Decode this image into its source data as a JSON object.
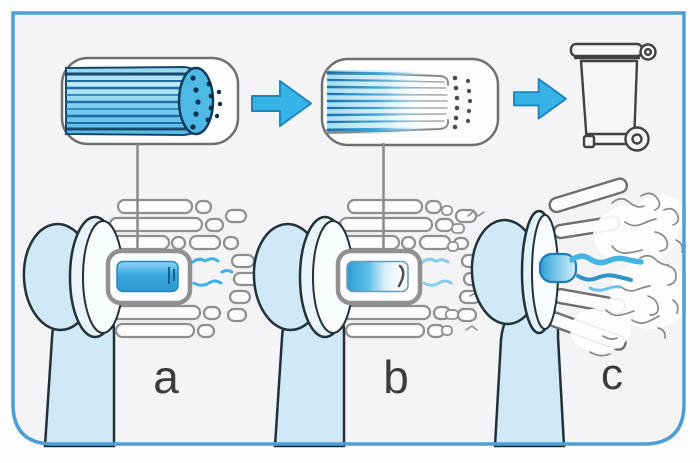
{
  "figure": {
    "stages": [
      {
        "label": "a",
        "icon": "brush-head-new-icon"
      },
      {
        "label": "b",
        "icon": "brush-head-half-worn-icon"
      },
      {
        "label": "c",
        "icon": "brush-head-worn-out-icon"
      }
    ],
    "insets": [
      {
        "icon": "indicator-bristles-full-blue-icon"
      },
      {
        "icon": "indicator-bristles-faded-icon"
      }
    ],
    "arrow_icon": "right-block-arrow-icon",
    "bin_icon": "wheelie-bin-icon"
  },
  "colors": {
    "panel_border": "#4d9ed4",
    "panel_background": "#f4f4f6",
    "arrow_blue": "#38b3e7",
    "arrow_outline": "#1d86c0",
    "indicator_blue": "#2f9fd9",
    "handle_blue": "#cfeaf6",
    "outline_dark": "#223039",
    "bristle_gray": "#8f8f8f",
    "bin_outline": "#414141",
    "label_gray": "#3c3c3c"
  }
}
